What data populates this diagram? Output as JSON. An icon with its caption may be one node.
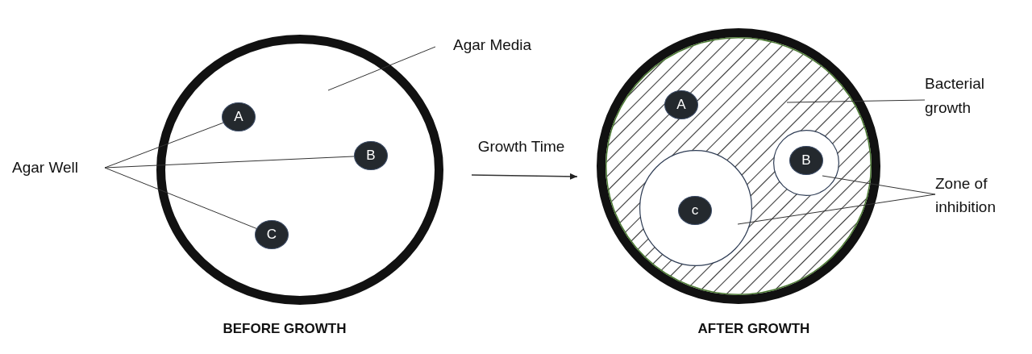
{
  "diagram": {
    "nodes": [
      {
        "text": [
          "Agar Well"
        ]
      },
      {
        "text": [
          "BEFORE GROWTH"
        ]
      },
      {
        "text": [
          "A"
        ],
        "in": 1
      },
      {
        "text": [
          "B"
        ],
        "in": 1
      },
      {
        "text": [
          "C"
        ],
        "in": 1
      },
      {
        "text": [
          "Agar Media"
        ]
      },
      {
        "text": [
          "AFTER GROWTH"
        ]
      },
      {
        "text": [],
        "shape": "circle",
        "in": 6
      },
      {
        "text": [
          "A"
        ],
        "in": 7
      },
      {
        "text": [],
        "shape": "circle",
        "in": 7
      },
      {
        "text": [
          "B"
        ],
        "in": 9
      },
      {
        "text": [],
        "shape": "circle",
        "in": 7
      },
      {
        "text": [
          "c"
        ],
        "in": 11
      },
      {
        "text": [
          "Bacterial growth"
        ]
      },
      {
        "text": [
          "Zone of inhibition"
        ]
      }
    ],
    "edges": [
      {
        "from": 0,
        "to": 2,
        "arrow": "none"
      },
      {
        "from": 0,
        "to": 3,
        "arrow": "none"
      },
      {
        "from": 0,
        "to": 4,
        "arrow": "none"
      },
      {
        "from": 5,
        "to": 1,
        "arrow": "none"
      },
      {
        "from": 1,
        "to": 6,
        "arrow": "to",
        "label": "Growth Time"
      },
      {
        "from": 13,
        "to": 7,
        "arrow": "none"
      },
      {
        "from": 14,
        "to": 9,
        "arrow": "none"
      },
      {
        "from": 14,
        "to": 11,
        "arrow": "none"
      }
    ]
  }
}
